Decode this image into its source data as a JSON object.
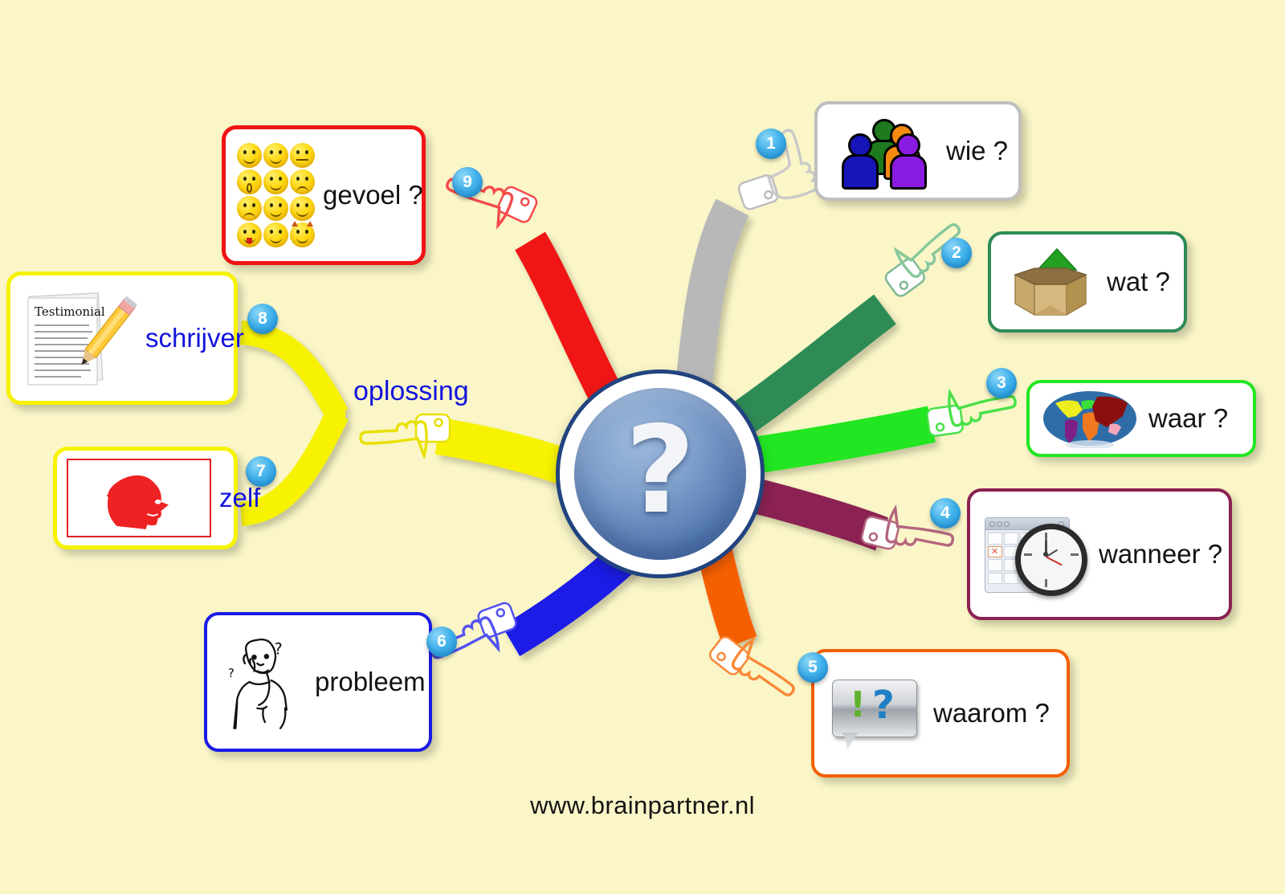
{
  "page": {
    "background_color": "#FAF6C8",
    "footer_url": "www.brainpartner.nl",
    "center_symbol": "?"
  },
  "center": {
    "name": "central-question-node",
    "symbol": "?",
    "fill_color": "#4A70AB",
    "ring_color": "#FFFFFF",
    "border_color": "#21437F"
  },
  "free_labels": [
    {
      "text": "oplossing",
      "color": "#1414DC"
    }
  ],
  "branches": [
    {
      "number": "1",
      "label": "wie ?",
      "label_color": "#131313",
      "branch_color": "#B8B8B8",
      "box_border_color": "#BFBFBF",
      "icon": "people-group-icon"
    },
    {
      "number": "2",
      "label": "wat ?",
      "label_color": "#131313",
      "branch_color": "#2E8B57",
      "box_border_color": "#2E8B57",
      "icon": "open-box-with-arrow-icon"
    },
    {
      "number": "3",
      "label": "waar ?",
      "label_color": "#131313",
      "branch_color": "#22E622",
      "box_border_color": "#22E622",
      "icon": "world-globe-icon"
    },
    {
      "number": "4",
      "label": "wanneer ?",
      "label_color": "#131313",
      "branch_color": "#8B2252",
      "box_border_color": "#8B2252",
      "icon": "calendar-clock-icon"
    },
    {
      "number": "5",
      "label": "waarom ?",
      "label_color": "#131313",
      "branch_color": "#F46000",
      "box_border_color": "#F46000",
      "icon": "speech-bubble-question-icon"
    },
    {
      "number": "6",
      "label": "probleem",
      "label_color": "#131313",
      "branch_color": "#1A1AE6",
      "box_border_color": "#1A1AE6",
      "icon": "thinking-person-icon"
    },
    {
      "number": "7",
      "label": "zelf",
      "label_color": "#1414DC",
      "branch_color": "#F7F200",
      "box_border_color": "#F7F200",
      "icon": "head-with-loop-arrow-icon"
    },
    {
      "number": "8",
      "label": "schrijver",
      "label_color": "#1414DC",
      "branch_color": "#F7F200",
      "box_border_color": "#F7F200",
      "icon": "testimonial-document-pencil-icon"
    },
    {
      "number": "9",
      "label": "gevoel ?",
      "label_color": "#131313",
      "branch_color": "#F01414",
      "box_border_color": "#F01414",
      "icon": "emoticon-grid-icon"
    }
  ],
  "document_icon": {
    "title": "Testimonial"
  }
}
